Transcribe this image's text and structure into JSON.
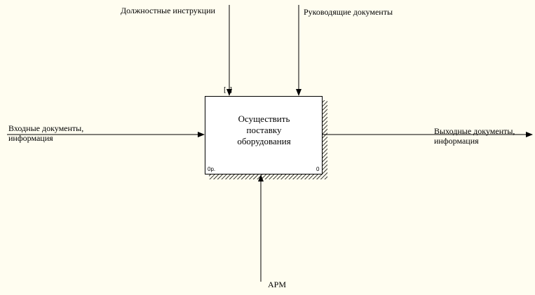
{
  "diagram": {
    "activity": {
      "title": "Осуществить\nпоставку\nоборудования",
      "node_label": "0р.",
      "box_number": "0"
    },
    "arrows": {
      "control_1": {
        "label": "Должностные инструкции",
        "role": "control"
      },
      "control_2": {
        "label": "Руководящие документы",
        "role": "control"
      },
      "input": {
        "label": "Входные документы,\nинформация",
        "role": "input"
      },
      "output": {
        "label": "Выходные документы,\nинформация",
        "role": "output"
      },
      "mechanism": {
        "label": "АРМ",
        "role": "mechanism"
      }
    },
    "tunnel_marker": "[ ]"
  },
  "colors": {
    "background": "#fffdf0",
    "line": "#000000",
    "box_fill": "#ffffff",
    "shadow_hatch": "#000000"
  }
}
